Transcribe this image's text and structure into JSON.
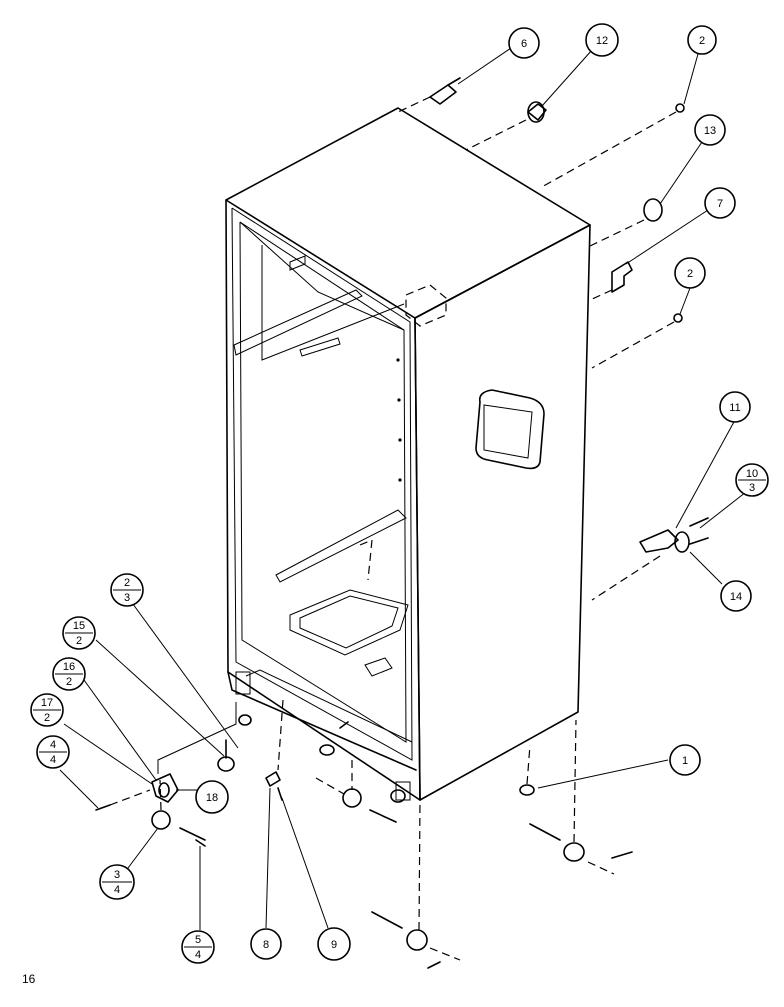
{
  "page_number": "16",
  "callouts": [
    {
      "id": "c6",
      "label": "6"
    },
    {
      "id": "c12",
      "label": "12"
    },
    {
      "id": "c2a",
      "label": "2"
    },
    {
      "id": "c13",
      "label": "13"
    },
    {
      "id": "c7",
      "label": "7"
    },
    {
      "id": "c2b",
      "label": "2"
    },
    {
      "id": "c11",
      "label": "11"
    },
    {
      "id": "c10",
      "num": "10",
      "den": "3"
    },
    {
      "id": "c14",
      "label": "14"
    },
    {
      "id": "c1",
      "label": "1"
    },
    {
      "id": "c2-3",
      "num": "2",
      "den": "3"
    },
    {
      "id": "c15",
      "num": "15",
      "den": "2"
    },
    {
      "id": "c16",
      "num": "16",
      "den": "2"
    },
    {
      "id": "c17",
      "num": "17",
      "den": "2"
    },
    {
      "id": "c4",
      "num": "4",
      "den": "4"
    },
    {
      "id": "c18",
      "label": "18"
    },
    {
      "id": "c3",
      "num": "3",
      "den": "4"
    },
    {
      "id": "c5",
      "num": "5",
      "den": "4"
    },
    {
      "id": "c8",
      "label": "8"
    },
    {
      "id": "c9",
      "label": "9"
    }
  ]
}
